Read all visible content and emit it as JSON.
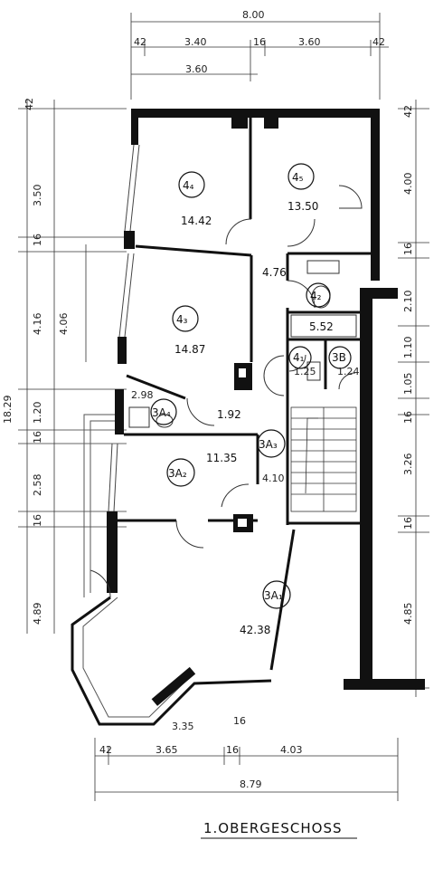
{
  "title": "1.OBERGESCHOSS",
  "dims_top": {
    "total": "8.00",
    "seg1": "42",
    "seg2": "3.40",
    "seg3": "16",
    "seg4": "3.60",
    "seg5": "42",
    "sub": "3.60"
  },
  "dims_bottom": {
    "seg1": "42",
    "seg2": "3.65",
    "seg3": "16",
    "seg4": "4.03",
    "total": "8.79",
    "inner1": "3.35",
    "inner2": "16"
  },
  "dims_left": {
    "total": "18.29",
    "a": "42",
    "b": "3.50",
    "c": "16",
    "d": "4.16",
    "e": "4.06",
    "f": "1.20",
    "g": "16",
    "h": "2.58",
    "i": "16",
    "j": "4.89"
  },
  "dims_right": {
    "a": "42",
    "b": "4.00",
    "c": "16",
    "d": "2.10",
    "e": "1.10",
    "f": "1.05",
    "g": "16",
    "h": "3.26",
    "i": "16",
    "j": "4.85"
  },
  "rooms": [
    {
      "id": "4₄",
      "area": "14.42"
    },
    {
      "id": "4₅",
      "area": "13.50"
    },
    {
      "id": "4₃",
      "area": "14.87"
    },
    {
      "id": "4₂",
      "area": "4.76"
    },
    {
      "id": "",
      "area": "5.52"
    },
    {
      "id": "4₁",
      "area": "1.25"
    },
    {
      "id": "3B",
      "area": "1.24"
    },
    {
      "id": "3A₄",
      "area": "2.98"
    },
    {
      "id": "",
      "area": "1.92"
    },
    {
      "id": "3A₃",
      "area": "4.10"
    },
    {
      "id": "3A₂",
      "area": "11.35"
    },
    {
      "id": "3A₁",
      "area": "42.38"
    }
  ]
}
